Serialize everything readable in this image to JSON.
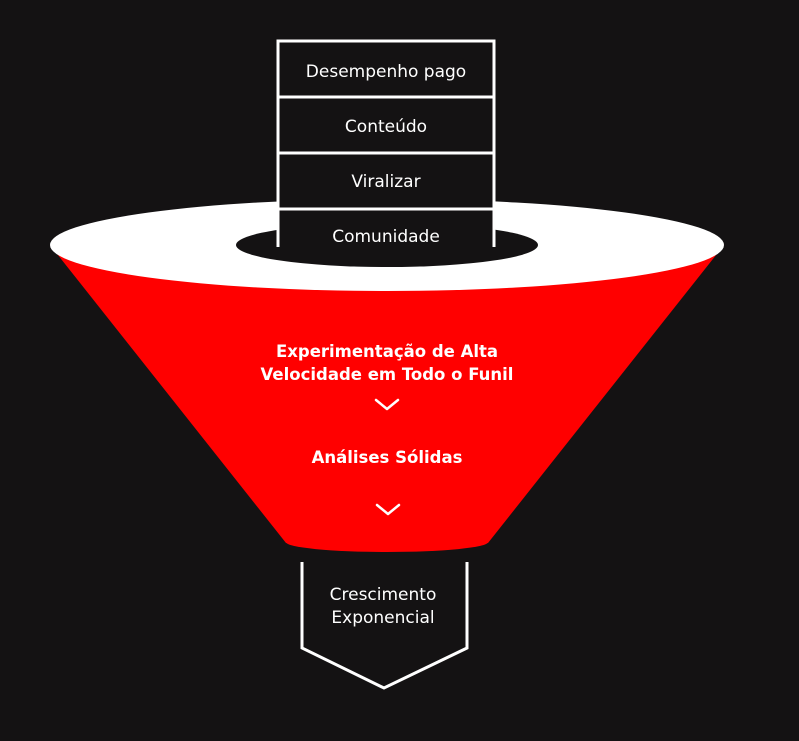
{
  "stack": {
    "items": [
      {
        "label": "Desempenho pago"
      },
      {
        "label": "Conteúdo"
      },
      {
        "label": "Viralizar"
      },
      {
        "label": "Comunidade"
      }
    ]
  },
  "funnel": {
    "stage1_line1": "Experimentação de Alta",
    "stage1_line2": "Velocidade em Todo o Funil",
    "stage2": "Análises Sólidas"
  },
  "output": {
    "line1": "Crescimento",
    "line2": "Exponencial"
  },
  "colors": {
    "background": "#141213",
    "funnel": "#ff0000",
    "rim": "#ffffff",
    "text": "#ffffff"
  },
  "icons": {
    "chevron": "chevron-down-icon",
    "output_shape": "arrow-down-pentagon"
  }
}
